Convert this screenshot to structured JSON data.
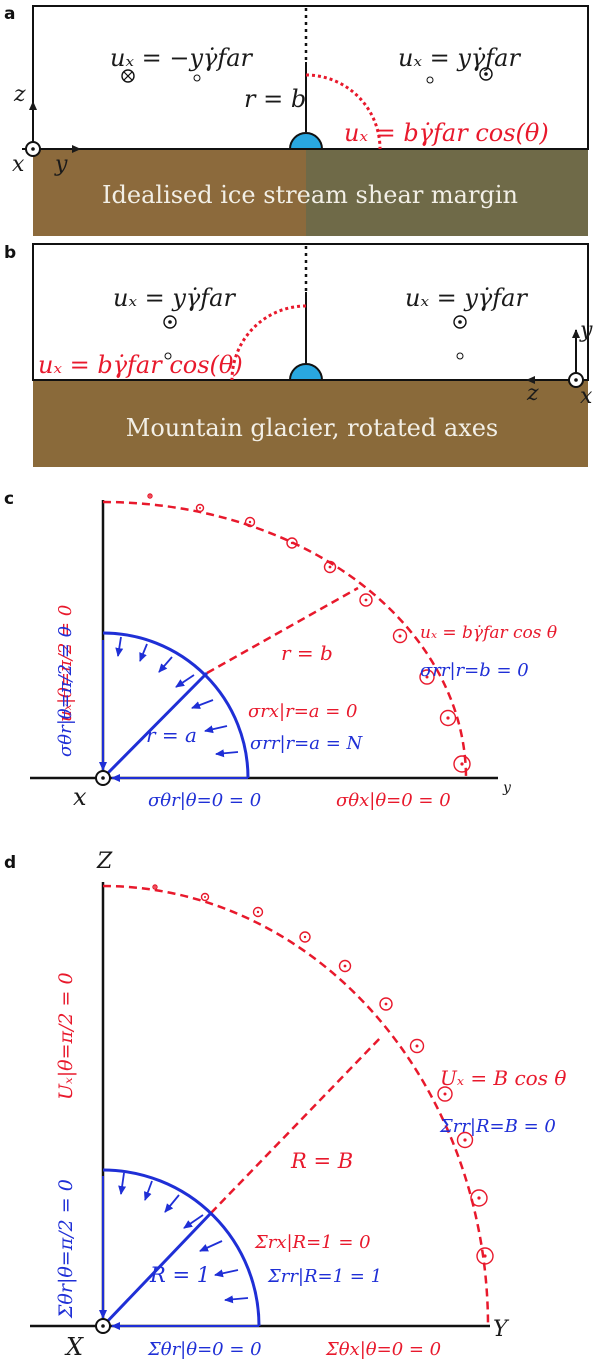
{
  "panel_a": {
    "label": "a",
    "left_flow": "uₓ = −yγ̇far",
    "right_flow": "uₓ = yγ̇far",
    "radius": "r = b",
    "boundary": "uₓ = bγ̇far cos(θ)",
    "axis_z": "z",
    "axis_y": "y",
    "axis_x": "x",
    "ground": "Idealised ice stream shear margin"
  },
  "panel_b": {
    "label": "b",
    "left_flow": "uₓ = yγ̇far",
    "right_flow": "uₓ = yγ̇far",
    "boundary": "uₓ = bγ̇far cos(θ)",
    "axis_y": "y",
    "axis_z": "z",
    "axis_x": "x",
    "ground": "Mountain glacier, rotated axes"
  },
  "panel_c": {
    "label": "c",
    "left_bc_outer": "uₓ|θ=π/2 = 0",
    "left_bc_inner": "σθr|θ=π/2 = 0",
    "r_outer": "r = b",
    "r_inner": "r = a",
    "ux_bc": "uₓ = bγ̇far cos θ",
    "srr_outer": "σrr|r=b = 0",
    "srx_inner": "σrx|r=a = 0",
    "srr_inner": "σrr|r=a = N",
    "str_base": "σθr|θ=0 = 0",
    "stx_base": "σθx|θ=0 = 0",
    "axis_x": "x",
    "axis_y": "y"
  },
  "panel_d": {
    "label": "d",
    "axis_z": "Z",
    "left_bc_outer": "Uₓ|θ=π/2 = 0",
    "left_bc_inner": "Σθr|θ=π/2 = 0",
    "r_outer": "R = B",
    "r_inner": "R = 1",
    "ux_bc": "Uₓ = B cos θ",
    "srr_outer": "Σrr|R=B = 0",
    "srx_inner": "Σrx|R=1 = 0",
    "srr_inner": "Σrr|R=1 = 1",
    "str_base": "Σθr|θ=0 = 0",
    "stx_base": "Σθx|θ=0 = 0",
    "axis_x": "X",
    "axis_y": "Y"
  },
  "colors": {
    "red": "#e8192c",
    "blue": "#1f2fd6",
    "ground_left": "#8c6a3c",
    "ground_right": "#6f6a48",
    "ground_b": "#8a6a3a",
    "bump": "#29a7e0"
  }
}
